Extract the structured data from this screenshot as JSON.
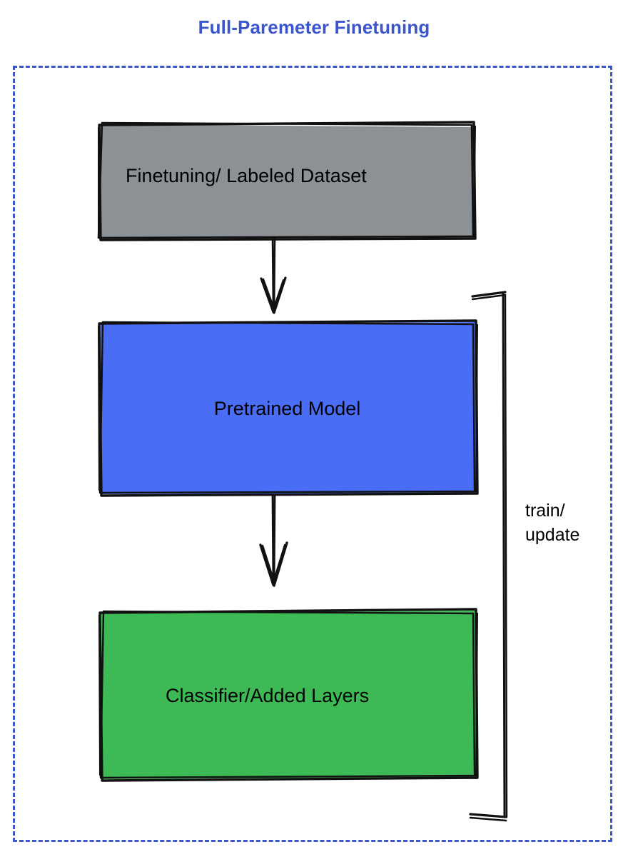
{
  "title": "Full-Paremeter Finetuning",
  "colors": {
    "title": "#3b55cc",
    "container_border": "#3b55cc",
    "dataset_fill": "#8c9196",
    "pretrained_fill": "#4a6df5",
    "classifier_fill": "#3dba55",
    "stroke": "#111111",
    "background": "#ffffff"
  },
  "container": {
    "name": "dashed-boundary",
    "border_style": "dashed"
  },
  "nodes": [
    {
      "id": "dataset",
      "label": "Finetuning/ Labeled Dataset",
      "fill": "#8c9196"
    },
    {
      "id": "pretrained",
      "label": "Pretrained Model",
      "fill": "#4a6df5"
    },
    {
      "id": "classifier",
      "label": "Classifier/Added Layers",
      "fill": "#3dba55"
    }
  ],
  "edges": [
    {
      "id": "dataset-to-pretrained",
      "from": "dataset",
      "to": "pretrained",
      "label": "",
      "style": "arrow-down"
    },
    {
      "id": "pretrained-to-classifier",
      "from": "pretrained",
      "to": "classifier",
      "label": "",
      "style": "arrow-down"
    },
    {
      "id": "feedback-loop",
      "from": "classifier",
      "to": "pretrained",
      "label_line1": "train/",
      "label_line2": "update",
      "style": "bracket"
    }
  ],
  "edge_labels": {
    "train_update": "train/\nupdate"
  }
}
